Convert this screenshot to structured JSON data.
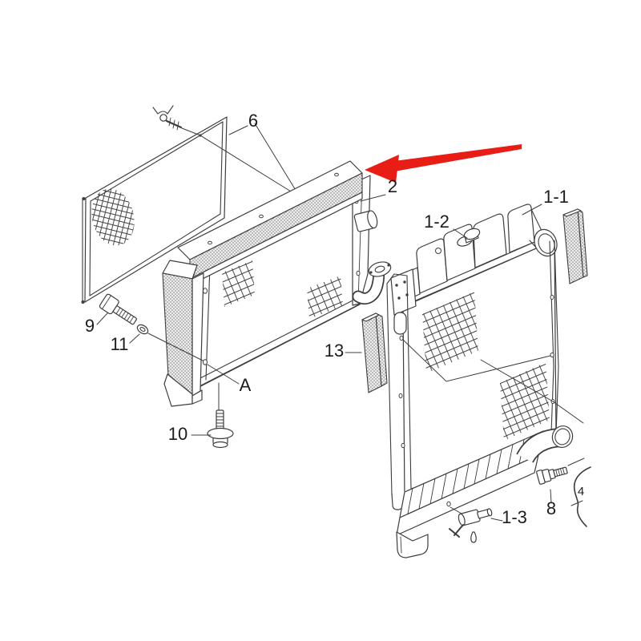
{
  "diagram": {
    "kind": "exploded-parts-line-drawing",
    "subject": "radiator and net assembly"
  },
  "colors": {
    "background": "#ffffff",
    "line": "#3d3d3d",
    "label_text": "#1c1c1c",
    "arrow_red": "#e81d15"
  },
  "labels": {
    "part6": "6",
    "part2": "2",
    "part1_1": "1-1",
    "part1_2": "1-2",
    "part13": "13",
    "mount_a": "A",
    "part9": "9",
    "part11": "11",
    "part10": "10",
    "part1_3": "1-3",
    "part8": "8",
    "part4_partial": "4"
  }
}
